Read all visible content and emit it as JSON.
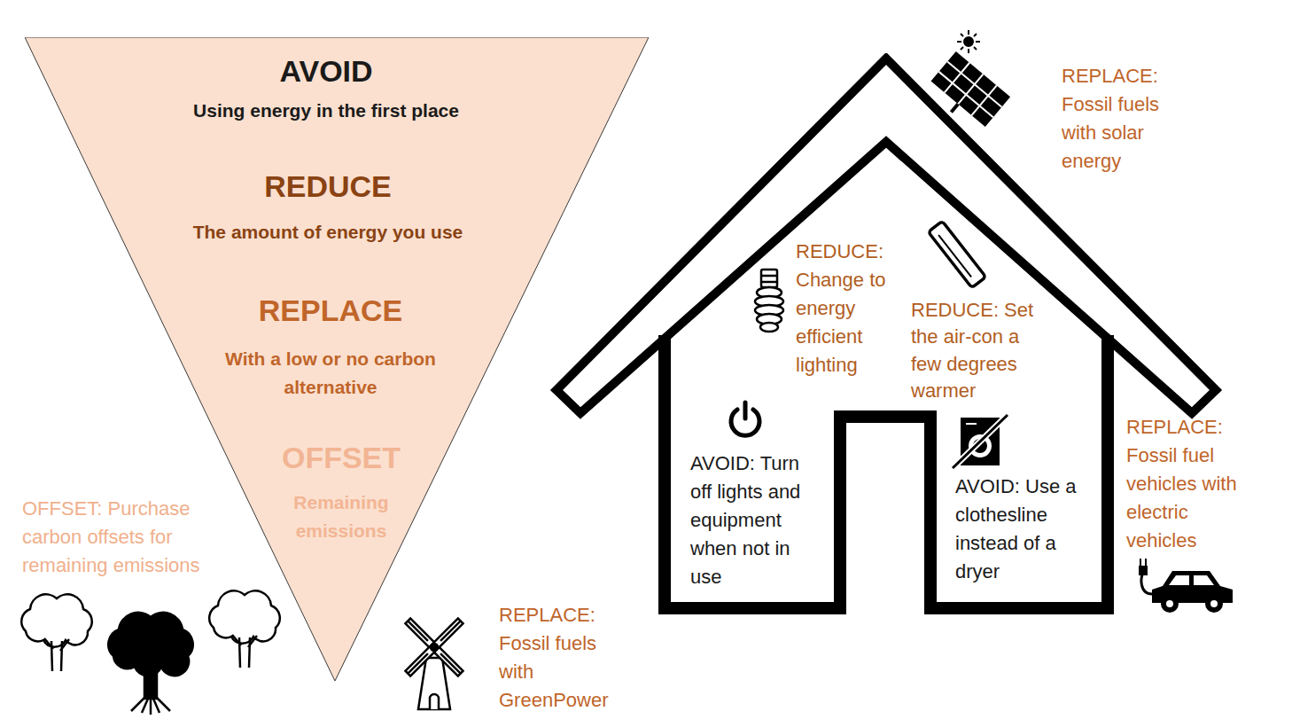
{
  "diagram": {
    "nodes": [
      {
        "text": [
          "AVOID",
          "Using energy in the first place",
          "REDUCE",
          "The amount of energy you use",
          "REPLACE",
          "With a low or no carbon alternative",
          "OFFSET",
          "Remaining emissions"
        ]
      },
      {
        "text": [
          "REDUCE: Change to energy efficient lighting",
          "REDUCE: Set the air-con a few degrees warmer",
          "AVOID: Turn off lights and equipment when not in use",
          "AVOID: Use a clothesline instead of a dryer"
        ]
      }
    ],
    "labels": [
      "REPLACE: Fossil fuels with solar energy",
      "REPLACE: Fossil fuel vehicles with electric vehicles",
      "OFFSET: Purchase carbon offsets for remaining emissions",
      "REPLACE: Fossil fuels with GreenPower"
    ]
  }
}
